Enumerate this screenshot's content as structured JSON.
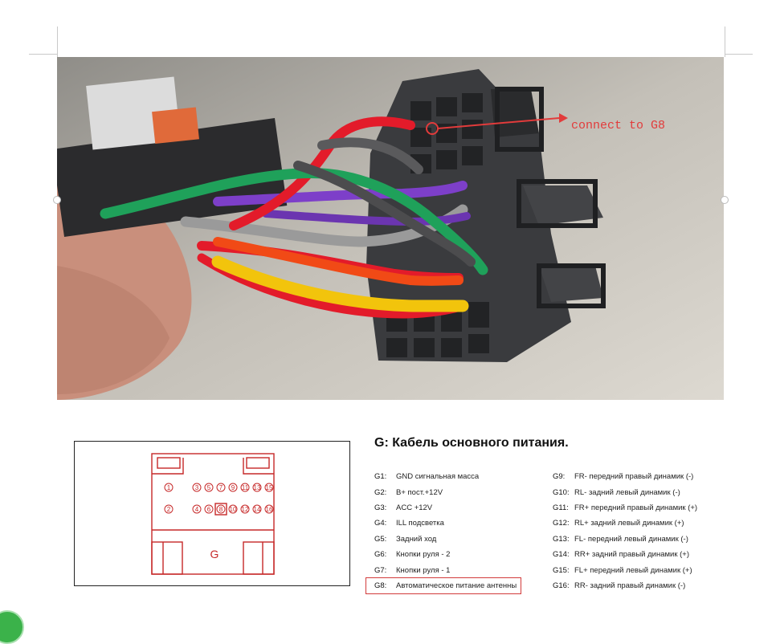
{
  "photo": {
    "annotation": "connect to G8",
    "colors": {
      "annotation": "#e23b3b",
      "connector": "#3a3b3e",
      "wire_red": "#e31b2a",
      "wire_green": "#1fa15a",
      "wire_purple": "#7d3fc9",
      "wire_gray": "#8a8a8a",
      "wire_orange": "#f14a16",
      "wire_yellow": "#f2c40c"
    }
  },
  "diagram": {
    "row1": [
      "1",
      "3",
      "5",
      "7",
      "9",
      "11",
      "13",
      "15"
    ],
    "row2": [
      "2",
      "4",
      "6",
      "8",
      "10",
      "12",
      "14",
      "16"
    ],
    "highlighted_pin": "8",
    "label": "G",
    "color": "#c62828"
  },
  "title": "G: Кабель основного питания.",
  "pins_left": [
    {
      "code": "G1:",
      "desc": "GND сигнальная масса"
    },
    {
      "code": "G2:",
      "desc": "B+ пост.+12V"
    },
    {
      "code": "G3:",
      "desc": "ACC +12V"
    },
    {
      "code": "G4:",
      "desc": "ILL подсветка"
    },
    {
      "code": "G5:",
      "desc": "Задний ход"
    },
    {
      "code": "G6:",
      "desc": "Кнопки руля - 2"
    },
    {
      "code": "G7:",
      "desc": "Кнопки руля - 1"
    },
    {
      "code": "G8:",
      "desc": "Автоматическое питание антенны"
    }
  ],
  "pins_right": [
    {
      "code": "G9:",
      "desc": "FR- передний правый динамик (-)"
    },
    {
      "code": "G10:",
      "desc": "RL- задний левый динамик (-)"
    },
    {
      "code": "G11:",
      "desc": "FR+ передний правый динамик (+)"
    },
    {
      "code": "G12:",
      "desc": "RL+ задний левый динамик (+)"
    },
    {
      "code": "G13:",
      "desc": "FL- передний левый динамик (-)"
    },
    {
      "code": "G14:",
      "desc": "RR+ задний правый динамик (+)"
    },
    {
      "code": "G15:",
      "desc": "FL+ передний левый динамик (+)"
    },
    {
      "code": "G16:",
      "desc": "RR- задний правый динамик (-)"
    }
  ],
  "highlight_color": "#d23b3b"
}
